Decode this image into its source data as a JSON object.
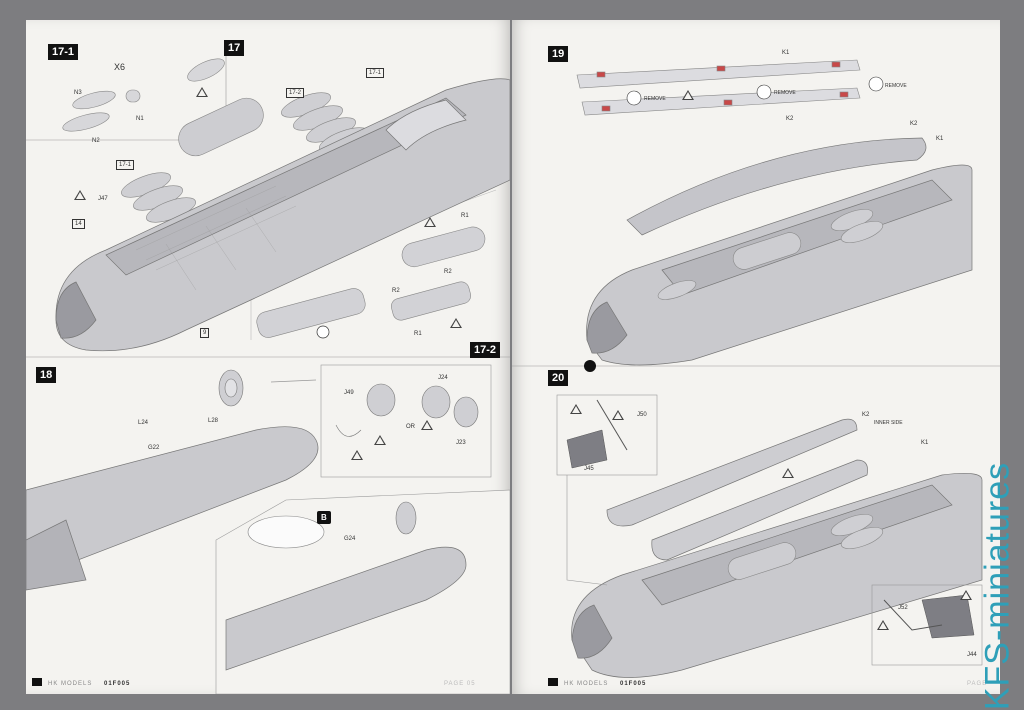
{
  "left_page": {
    "steps": {
      "s17_1": "17-1",
      "s17": "17",
      "s18": "18",
      "s17_2": "17-2"
    },
    "labels": {
      "x6": "X6",
      "n3": "N3",
      "n1": "N1",
      "n2": "N2",
      "j47": "J47",
      "box17_2": "17-2",
      "box17_1_top": "17-1",
      "box17_1_mid": "17-1",
      "box14": "14",
      "box9": "9",
      "r1_top": "R1",
      "r2_a": "R2",
      "r2_b": "R2",
      "r1_bottom": "R1",
      "l24": "L24",
      "l28": "L28",
      "g22": "G22",
      "j49": "J49",
      "j24": "J24",
      "j23": "J23",
      "or": "OR",
      "b": "B",
      "g24": "G24"
    },
    "footer": {
      "brand": "HK MODELS",
      "code": "01F005",
      "page": "PAGE 05"
    }
  },
  "right_page": {
    "steps": {
      "s19": "19",
      "s20": "20"
    },
    "labels": {
      "k1_top": "K1",
      "k2_top": "K2",
      "remove_a": "REMOVE",
      "remove_b": "REMOVE",
      "remove_c": "REMOVE",
      "k2_mid": "K2",
      "k1_mid": "K1",
      "k2_low": "K2",
      "inner_side": "INNER SIDE",
      "k1_low": "K1",
      "j50": "J50",
      "j45": "J45",
      "j52": "J52",
      "j44": "J44"
    },
    "footer": {
      "brand": "HK MODELS",
      "code": "01F005",
      "page": "PAGE"
    }
  },
  "watermark": "KFS-miniatures"
}
